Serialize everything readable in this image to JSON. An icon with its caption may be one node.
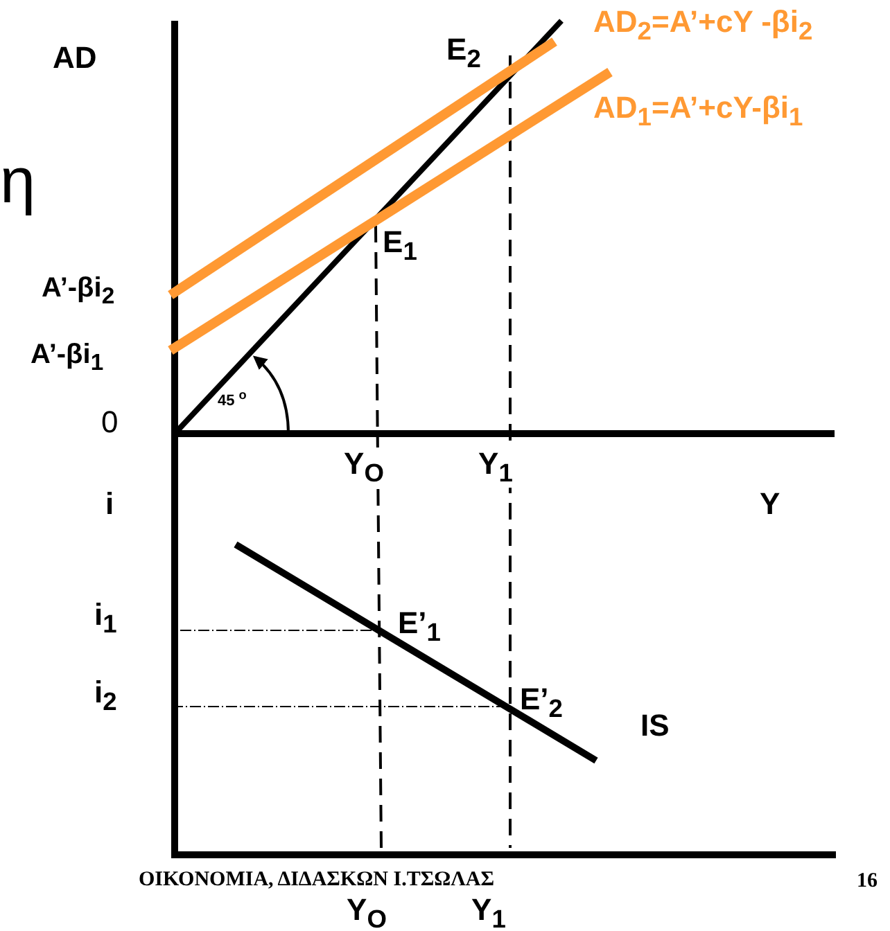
{
  "diagram": {
    "labels": [
      "AD$_{2}$=A’+cY -βi$_{2}$",
      "AD",
      "E$_{2}$",
      "AD$_{1}$=A’+cY-βi$_{1}$",
      "η",
      "E$_{1}$",
      "A’-βi$_{2}$",
      "A’-βi$_{1}$",
      "45 $^{o}$",
      "0",
      "Y$_{O}$",
      "Y$_{1}$",
      "i",
      "Y",
      "i$_{1}$",
      "E’$_{1}$",
      "i$_{2}$",
      "E’$_{2}$",
      "IS",
      "ΟΙΚΟΝΟΜΙΑ, ΔΙΔΑΣΚΩΝ Ι.ΤΣΩΛΑΣ",
      "Y$_{O}$",
      "Y$_{1}$",
      "16"
    ]
  }
}
